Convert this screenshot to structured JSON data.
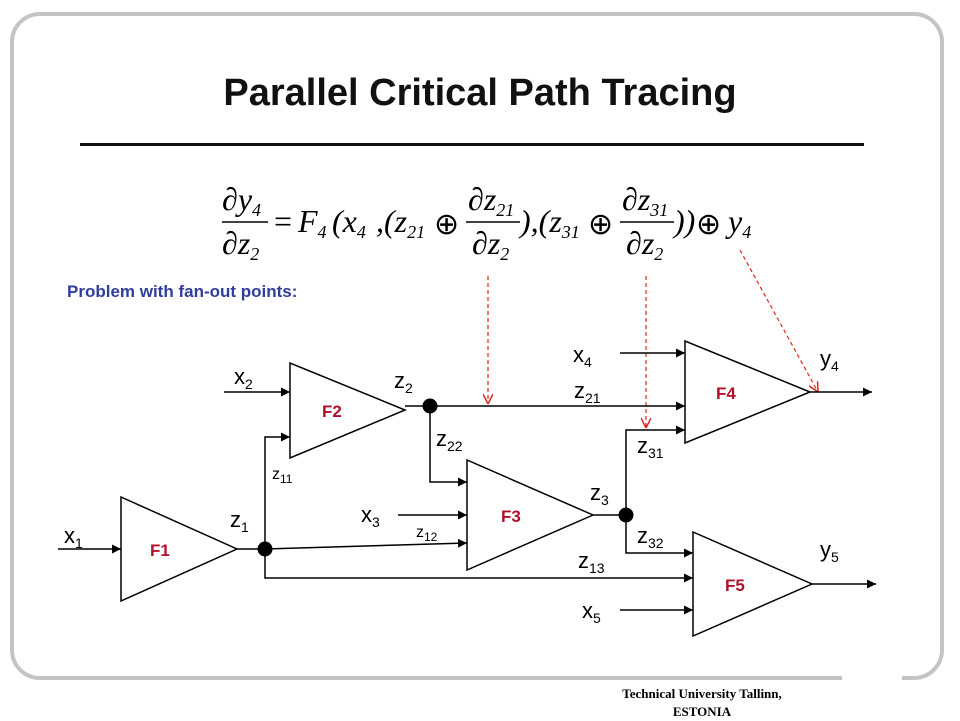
{
  "slide": {
    "title": "Parallel Critical Path Tracing",
    "problem_label": "Problem with fan-out points:",
    "footer_line1": "Technical University Tallinn,",
    "footer_line2": "ESTONIA"
  },
  "formula": {
    "lhs_num": "∂y",
    "lhs_num_sub": "4",
    "lhs_den": "∂z",
    "lhs_den_sub": "2",
    "eq": "=",
    "func": "F",
    "func_sub": "4",
    "arg_open": "(x",
    "arg_open_sub": "4",
    "comma_open1": ",(z",
    "z21_sub": "21",
    "oplus": "⊕",
    "frac1_num": "∂z",
    "frac1_num_sub": "21",
    "frac1_den": "∂z",
    "frac1_den_sub": "2",
    "mid": "),(z",
    "z31_sub": "31",
    "frac2_num": "∂z",
    "frac2_num_sub": "31",
    "frac2_den": "∂z",
    "frac2_den_sub": "2",
    "close": "))",
    "tail": "y",
    "tail_sub": "4"
  },
  "blocks": [
    {
      "id": "F1",
      "label": "F1"
    },
    {
      "id": "F2",
      "label": "F2"
    },
    {
      "id": "F3",
      "label": "F3"
    },
    {
      "id": "F4",
      "label": "F4"
    },
    {
      "id": "F5",
      "label": "F5"
    }
  ],
  "signals": {
    "x1": {
      "base": "x",
      "sub": "1"
    },
    "x2": {
      "base": "x",
      "sub": "2"
    },
    "x3": {
      "base": "x",
      "sub": "3"
    },
    "x4": {
      "base": "x",
      "sub": "4"
    },
    "x5": {
      "base": "x",
      "sub": "5"
    },
    "z1": {
      "base": "z",
      "sub": "1"
    },
    "z2": {
      "base": "z",
      "sub": "2"
    },
    "z3": {
      "base": "z",
      "sub": "3"
    },
    "z11": {
      "base": "z",
      "sub": "11"
    },
    "z12": {
      "base": "z",
      "sub": "12"
    },
    "z13": {
      "base": "z",
      "sub": "13"
    },
    "z21": {
      "base": "z",
      "sub": "21"
    },
    "z22": {
      "base": "z",
      "sub": "22"
    },
    "z31": {
      "base": "z",
      "sub": "31"
    },
    "z32": {
      "base": "z",
      "sub": "32"
    },
    "y4": {
      "base": "y",
      "sub": "4"
    },
    "y5": {
      "base": "y",
      "sub": "5"
    }
  },
  "colors": {
    "block_label": "#b0102a",
    "problem_text": "#2f3d9c",
    "dashed_arrow": "#e0261f",
    "frame": "#c4c4c4"
  }
}
